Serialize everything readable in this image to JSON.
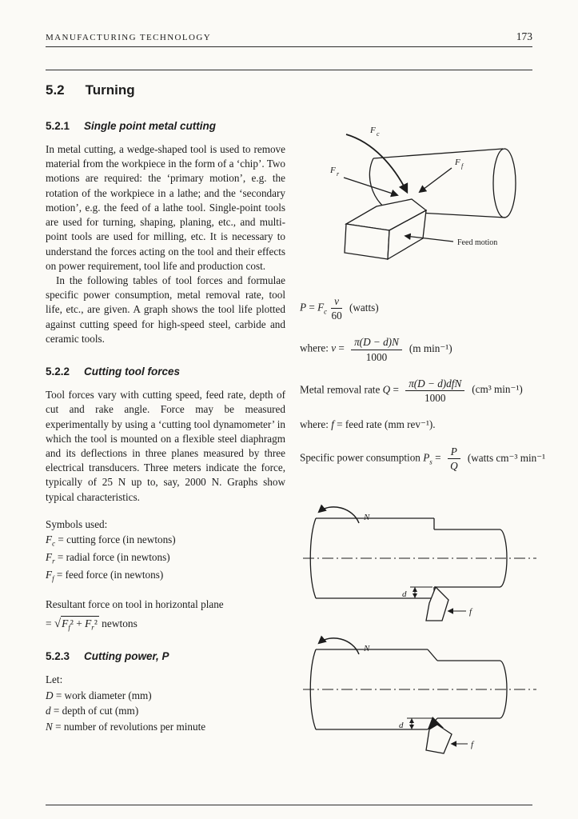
{
  "header": {
    "journal": "MANUFACTURING TECHNOLOGY",
    "page_number": "173"
  },
  "title": {
    "number": "5.2",
    "text": "Turning"
  },
  "s521": {
    "number": "5.2.1",
    "title": "Single point metal cutting",
    "para1": "In metal cutting, a wedge-shaped tool is used to remove material from the workpiece in the form of a ‘chip’. Two motions are required: the ‘primary motion’, e.g. the rotation of the workpiece in a lathe; and the ‘secondary motion’, e.g. the feed of a lathe tool. Single-point tools are used for turning, shaping, planing, etc., and multi-point tools are used for milling, etc. It is necessary to understand the forces acting on the tool and their effects on power requirement, tool life and production cost.",
    "para2": "In the following tables of tool forces and formulae specific power consumption, metal removal rate, tool life, etc., are given. A graph shows the tool life plotted against cutting speed for high-speed steel, carbide and ceramic tools."
  },
  "s522": {
    "number": "5.2.2",
    "title": "Cutting tool forces",
    "para1": "Tool forces vary with cutting speed, feed rate, depth of cut and rake angle. Force may be measured experimentally by using a ‘cutting tool dynamometer’ in which the tool is mounted on a flexible steel diaphragm and its deflections in three planes measured by three electrical transducers. Three meters indicate the force, typically of 25 N up to, say, 2000 N. Graphs show typical characteristics.",
    "symbols_heading": "Symbols used:",
    "symbols": [
      {
        "base": "F",
        "sub": "c",
        "rest": " = cutting force (in newtons)"
      },
      {
        "base": "F",
        "sub": "r",
        "rest": " = radial force (in newtons)"
      },
      {
        "base": "F",
        "sub": "f",
        "rest": " = feed force (in newtons)"
      }
    ],
    "resultant_line": "Resultant force on tool in horizontal plane",
    "resultant": {
      "prefix": "= ",
      "radical": "√",
      "t1": "F",
      "t1sub": "f",
      "mid": "² + ",
      "t2": "F",
      "t2sub": "r",
      "end": "²",
      "suffix": " newtons"
    }
  },
  "s523": {
    "number": "5.2.3",
    "title": "Cutting power, ",
    "title_var": "P",
    "let_heading": "Let:",
    "lets": [
      {
        "base": "D",
        "rest": " = work diameter (mm)"
      },
      {
        "base": "d",
        "rest": " = depth of cut (mm)"
      },
      {
        "base": "N",
        "rest": " = number of revolutions per minute"
      }
    ]
  },
  "formulas": {
    "power": {
      "lhs": "P",
      "eq": " = ",
      "coef": "F",
      "coef_sub": "c",
      "num": "v",
      "den": "60",
      "unit": "(watts)"
    },
    "velocity": {
      "where": "where: ",
      "var": "v",
      "eq": " = ",
      "num": "π(D − d)N",
      "den": "1000",
      "unit": "(m min⁻¹)"
    },
    "removal": {
      "label": "Metal removal rate ",
      "var": "Q",
      "eq": " = ",
      "num": "π(D − d)dfN",
      "den": "1000",
      "unit": "(cm³ min⁻¹)"
    },
    "feedrate": {
      "where": "where: ",
      "var": "f",
      "rest": " = feed rate (mm rev⁻¹)."
    },
    "specific": {
      "label": "Specific power consumption ",
      "var": "P",
      "var_sub": "s",
      "eq": " = ",
      "num": "P",
      "den": "Q",
      "unit": "(watts cm⁻³ min⁻¹"
    }
  },
  "force_diagram": {
    "fc": "F",
    "fc_sub": "c",
    "fr": "F",
    "fr_sub": "r",
    "ff": "F",
    "ff_sub": "f",
    "feed_label": "Feed motion"
  },
  "turning_diagram_1": {
    "n": "N",
    "d": "d",
    "f": "f"
  },
  "turning_diagram_2": {
    "n": "N",
    "d": "d",
    "f": "f"
  }
}
